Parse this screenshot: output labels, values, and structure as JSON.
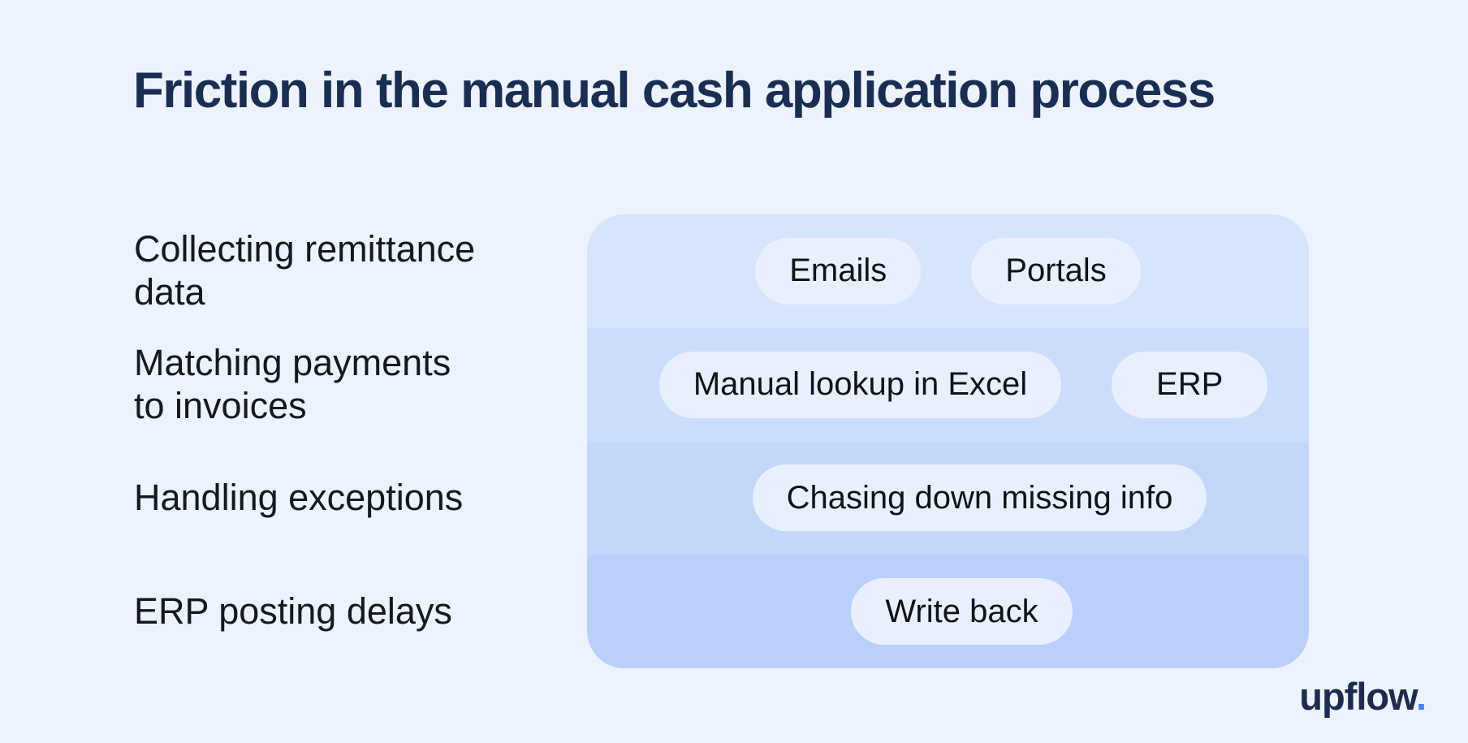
{
  "title": "Friction in the manual cash application process",
  "rows": [
    {
      "label": "Collecting remittance\ndata",
      "pills": [
        "Emails",
        "Portals"
      ]
    },
    {
      "label": "Matching payments\nto invoices",
      "pills": [
        "Manual lookup in Excel",
        "ERP"
      ]
    },
    {
      "label": "Handling exceptions",
      "pills": [
        "Chasing down missing info"
      ]
    },
    {
      "label": "ERP posting delays",
      "pills": [
        "Write back"
      ]
    }
  ],
  "logo": {
    "text": "upflow",
    "dot": "."
  },
  "colors": {
    "canvas_background": "#EDF3FD",
    "panel_band_1": "#D6E4FC",
    "panel_band_2": "#CCDDFB",
    "panel_band_3": "#C3D7FB",
    "panel_band_4": "#BAD0FA",
    "pill_background": "#E9F0FD",
    "title_text": "#1A2E54",
    "label_text": "#14181F",
    "logo_text": "#1C2B4E",
    "logo_dot": "#4A80F8"
  }
}
